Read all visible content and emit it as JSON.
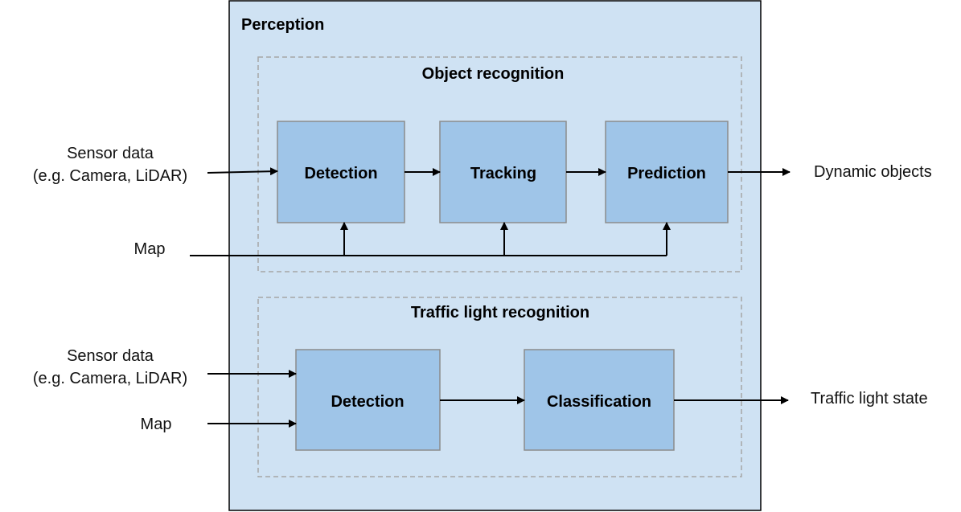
{
  "colors": {
    "container_fill": "#cfe2f3",
    "box_fill": "#9fc5e8",
    "box_stroke": "#8c8c8c",
    "dashed_stroke": "#a6a6a6",
    "line": "#000000"
  },
  "perception": {
    "title": "Perception"
  },
  "object_recognition": {
    "title": "Object recognition",
    "boxes": [
      "Detection",
      "Tracking",
      "Prediction"
    ],
    "input_sensor": [
      "Sensor data",
      "(e.g. Camera, LiDAR)"
    ],
    "input_map": "Map",
    "output": "Dynamic objects"
  },
  "traffic_light_recognition": {
    "title": "Traffic light recognition",
    "boxes": [
      "Detection",
      "Classification"
    ],
    "input_sensor": [
      "Sensor data",
      "(e.g. Camera, LiDAR)"
    ],
    "input_map": "Map",
    "output": "Traffic light state"
  }
}
